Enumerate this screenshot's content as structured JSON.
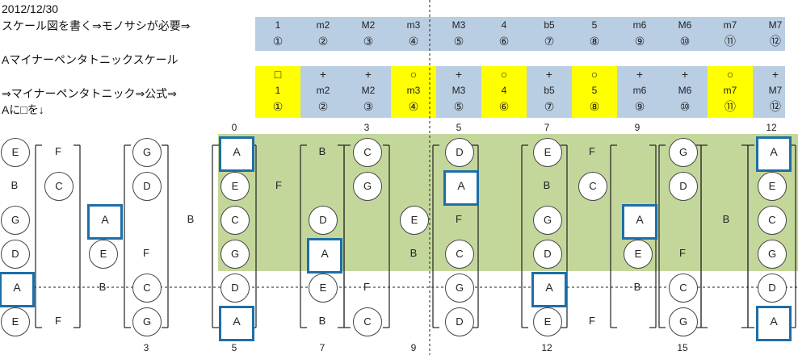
{
  "header": {
    "date": "2012/12/30",
    "line1": "スケール図を書く⇒モノサシが必要⇒",
    "line2": "Aマイナーペンタトニックスケール",
    "line3": "⇒マイナーペンタトニック⇒公式⇒",
    "line4": "Aに□を↓"
  },
  "intervals_top": [
    {
      "label": "1",
      "num": "①"
    },
    {
      "label": "m2",
      "num": "②"
    },
    {
      "label": "M2",
      "num": "③"
    },
    {
      "label": "m3",
      "num": "④"
    },
    {
      "label": "M3",
      "num": "⑤"
    },
    {
      "label": "4",
      "num": "⑥"
    },
    {
      "label": "b5",
      "num": "⑦"
    },
    {
      "label": "5",
      "num": "⑧"
    },
    {
      "label": "m6",
      "num": "⑨"
    },
    {
      "label": "M6",
      "num": "⑩"
    },
    {
      "label": "m7",
      "num": "⑪"
    },
    {
      "label": "M7",
      "num": "⑫"
    }
  ],
  "intervals_formula": [
    {
      "symbol": "□",
      "label": "1",
      "num": "①",
      "highlight": true
    },
    {
      "symbol": "+",
      "label": "m2",
      "num": "②",
      "highlight": false
    },
    {
      "symbol": "+",
      "label": "M2",
      "num": "③",
      "highlight": false
    },
    {
      "symbol": "○",
      "label": "m3",
      "num": "④",
      "highlight": true
    },
    {
      "symbol": "+",
      "label": "M3",
      "num": "⑤",
      "highlight": false
    },
    {
      "symbol": "○",
      "label": "4",
      "num": "⑥",
      "highlight": true
    },
    {
      "symbol": "+",
      "label": "b5",
      "num": "⑦",
      "highlight": false
    },
    {
      "symbol": "○",
      "label": "5",
      "num": "⑧",
      "highlight": true
    },
    {
      "symbol": "+",
      "label": "m6",
      "num": "⑨",
      "highlight": false
    },
    {
      "symbol": "+",
      "label": "M6",
      "num": "⑩",
      "highlight": false
    },
    {
      "symbol": "○",
      "label": "m7",
      "num": "⑪",
      "highlight": true
    },
    {
      "symbol": "+",
      "label": "M7",
      "num": "⑫",
      "highlight": false
    }
  ],
  "fret_numbers_top": [
    "0",
    "3",
    "5",
    "7",
    "9",
    "12"
  ],
  "fret_numbers_bottom": [
    "3",
    "5",
    "7",
    "9",
    "12",
    "15"
  ],
  "strings": [
    {
      "name": "string-1-high-e",
      "notes": [
        "E",
        "F",
        "",
        "G",
        "",
        "A",
        "",
        "B",
        "C",
        "",
        "D",
        "",
        "E",
        "F",
        "",
        "G",
        "",
        "A"
      ]
    },
    {
      "name": "string-2-b",
      "notes": [
        "B",
        "C",
        "",
        "D",
        "",
        "E",
        "F",
        "",
        "G",
        "",
        "A",
        "",
        "B",
        "C",
        "",
        "D",
        "",
        "E"
      ]
    },
    {
      "name": "string-3-g",
      "notes": [
        "G",
        "",
        "A",
        "",
        "B",
        "C",
        "",
        "D",
        "",
        "E",
        "F",
        "",
        "G",
        "",
        "A",
        "",
        "B",
        "C"
      ]
    },
    {
      "name": "string-4-d",
      "notes": [
        "D",
        "",
        "E",
        "F",
        "",
        "G",
        "",
        "A",
        "",
        "B",
        "C",
        "",
        "D",
        "",
        "E",
        "F",
        "",
        "G"
      ]
    },
    {
      "name": "string-5-a",
      "notes": [
        "A",
        "",
        "B",
        "C",
        "",
        "D",
        "",
        "E",
        "F",
        "",
        "G",
        "",
        "A",
        "",
        "B",
        "C",
        "",
        "D"
      ]
    },
    {
      "name": "string-6-low-e",
      "notes": [
        "E",
        "F",
        "",
        "G",
        "",
        "A",
        "",
        "B",
        "C",
        "",
        "D",
        "",
        "E",
        "F",
        "",
        "G",
        "",
        "A"
      ]
    }
  ],
  "colors": {
    "interval_band": "#b9cde3",
    "highlight": "#ffff00",
    "position_box": "#c4d79b",
    "root_box": "#1e6ea7"
  }
}
